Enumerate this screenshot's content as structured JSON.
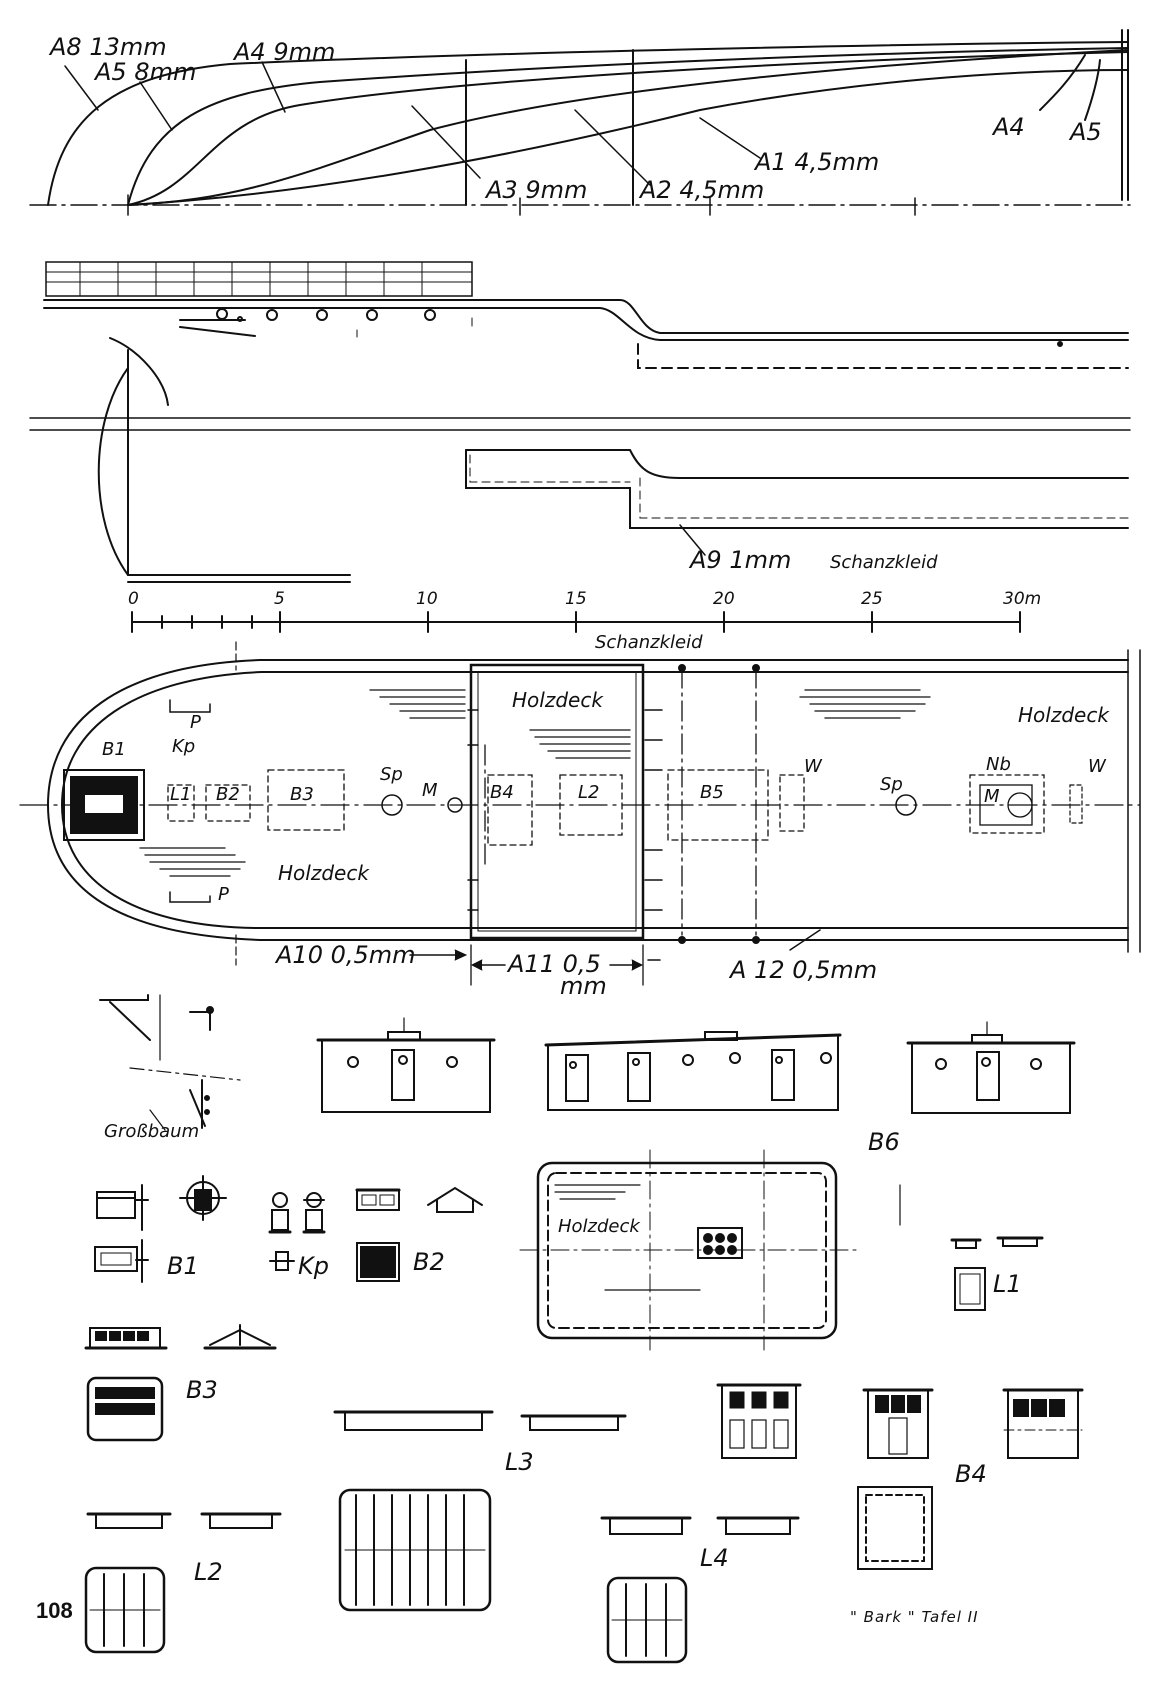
{
  "profile": {
    "a8": "A8 13mm",
    "a5_top": "A5 8mm",
    "a4_top": "A4 9mm",
    "a4": "A4",
    "a5": "A5",
    "a3": "A3 9mm",
    "a2": "A2 4,5mm",
    "a1": "A1 4,5mm",
    "a9": "A9 1mm",
    "schanzkleid": "Schanzkleid"
  },
  "scale": {
    "ticks": [
      "0",
      "5",
      "10",
      "15",
      "20",
      "25",
      "30m"
    ]
  },
  "deck": {
    "schanzkleid": "Schanzkleid",
    "holzdeck": "Holzdeck",
    "labels": [
      "B1",
      "Kp",
      "L1",
      "B2",
      "B3",
      "Sp",
      "M",
      "B4",
      "L2",
      "B5",
      "W",
      "Sp",
      "Nb",
      "M",
      "W",
      "P",
      "P"
    ],
    "a10": "A10 0,5mm",
    "a11a": "A11 0,5",
    "a11b": "mm",
    "a12": "A 12  0,5mm"
  },
  "details": {
    "grossbaum": "Großbaum",
    "b6": "B6",
    "b1": "B1",
    "kp": "Kp",
    "b2": "B2",
    "holzdeck": "Holzdeck",
    "l1": "L1",
    "b3": "B3",
    "l3": "L3",
    "b4": "B4",
    "l2": "L2",
    "l4": "L4"
  },
  "page": {
    "number": "108",
    "caption": "\" Bark \"   Tafel II"
  }
}
